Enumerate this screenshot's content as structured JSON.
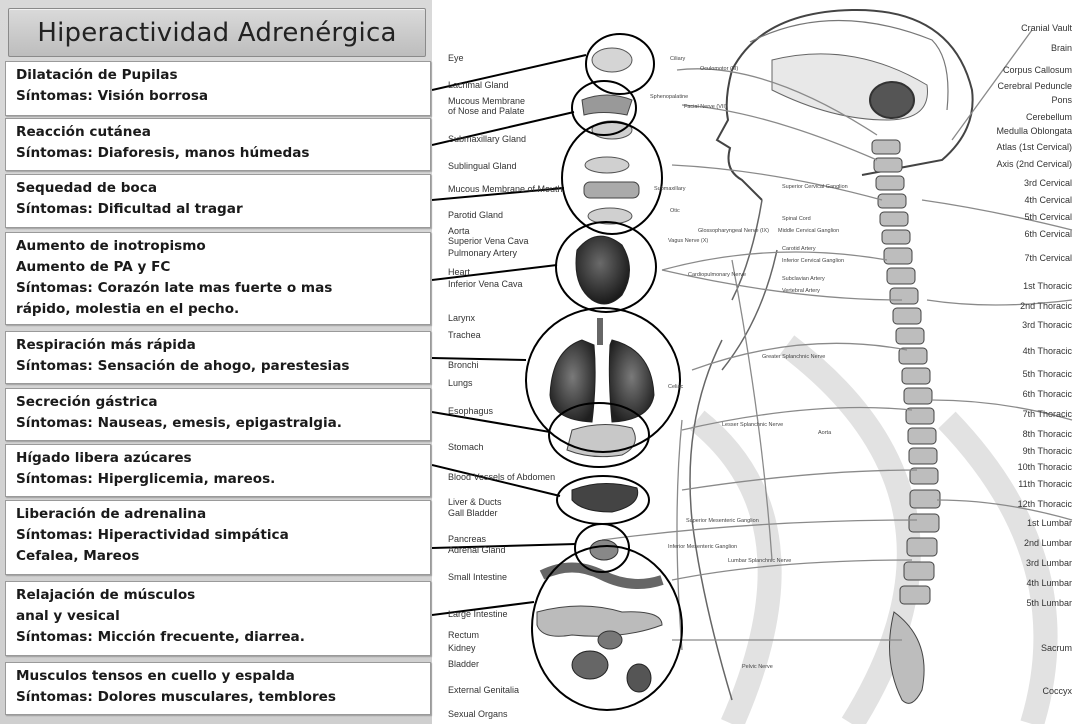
{
  "title": "Hiperactividad Adrenérgica",
  "boxes": [
    {
      "lines": [
        "Dilatación de Pupilas",
        "Síntomas: Visión borrosa"
      ]
    },
    {
      "lines": [
        "Reacción cutánea",
        "Síntomas: Diaforesis, manos húmedas"
      ]
    },
    {
      "lines": [
        "Sequedad de boca",
        "Síntomas: Dificultad al tragar"
      ]
    },
    {
      "lines": [
        "Aumento de inotropismo",
        "Aumento de PA y FC",
        "Síntomas: Corazón late mas fuerte o mas",
        "rápido, molestia en el  pecho."
      ]
    },
    {
      "lines": [
        "Respiración más rápida",
        "Síntomas: Sensación de ahogo, parestesias"
      ]
    },
    {
      "lines": [
        "Secreción gástrica",
        "Síntomas: Nauseas, emesis, epigastralgia."
      ]
    },
    {
      "lines": [
        "Hígado libera azúcares",
        "Síntomas: Hiperglicemia, mareos."
      ]
    },
    {
      "lines": [
        "Liberación de adrenalina",
        "Síntomas: Hiperactividad simpática",
        "Cefalea,  Mareos"
      ]
    },
    {
      "lines": [
        "Relajación de músculos",
        "anal y vesical",
        "Síntomas: Micción frecuente, diarrea."
      ]
    },
    {
      "lines": [
        "Musculos tensos en cuello y espalda",
        "Síntomas: Dolores musculares, temblores"
      ]
    }
  ],
  "diagram": {
    "organ_labels": [
      "Eye",
      "Lacrimal Gland",
      "Mucous Membrane",
      "of Nose and Palate",
      "Submaxillary Gland",
      "Sublingual Gland",
      "Mucous Membrane of Mouth",
      "Parotid Gland",
      "Aorta",
      "Superior Vena Cava",
      "Pulmonary Artery",
      "Heart",
      "Inferior Vena Cava",
      "Larynx",
      "Trachea",
      "Bronchi",
      "Lungs",
      "Esophagus",
      "Stomach",
      "Blood Vessels of Abdomen",
      "Liver & Ducts",
      "Gall Bladder",
      "Pancreas",
      "Adrenal Gland",
      "Small Intestine",
      "Large Intestine",
      "Rectum",
      "Kidney",
      "Bladder",
      "External Genitalia",
      "Sexual Organs"
    ],
    "spine_labels": [
      "Cranial Vault",
      "Brain",
      "Corpus Callosum",
      "Cerebral Peduncle",
      "Pons",
      "Cerebellum",
      "Medulla Oblongata",
      "Atlas (1st Cervical)",
      "Axis (2nd Cervical)",
      "3rd Cervical",
      "4th Cervical",
      "5th Cervical",
      "6th Cervical",
      "7th Cervical",
      "1st Thoracic",
      "2nd Thoracic",
      "3rd Thoracic",
      "4th Thoracic",
      "5th Thoracic",
      "6th Thoracic",
      "7th Thoracic",
      "8th Thoracic",
      "9th Thoracic",
      "10th Thoracic",
      "11th Thoracic",
      "12th Thoracic",
      "1st Lumbar",
      "2nd Lumbar",
      "3rd Lumbar",
      "4th Lumbar",
      "5th Lumbar",
      "Sacrum",
      "Coccyx"
    ],
    "nerve_labels": [
      "Ciliary",
      "Oculomotor (III)",
      "Sphenopalatine",
      "Facial Nerve (VII)",
      "Submaxillary",
      "Otic",
      "Glossopharyngeal Nerve (IX)",
      "Vagus Nerve (X)",
      "Cardiopulmonary Nerve",
      "Superior Cervical Ganglion",
      "Spinal Cord",
      "Middle Cervical Ganglion",
      "Carotid Artery",
      "Inferior Cervical Ganglion",
      "Subclavian Artery",
      "Vertebral Artery",
      "Greater Splanchnic Nerve",
      "Celiac",
      "Lesser Splanchnic Nerve",
      "Aorta",
      "Superior Mesenteric Ganglion",
      "Inferior Mesenteric Ganglion",
      "Lumbar Splanchnic Nerve",
      "Pelvic Nerve"
    ]
  }
}
